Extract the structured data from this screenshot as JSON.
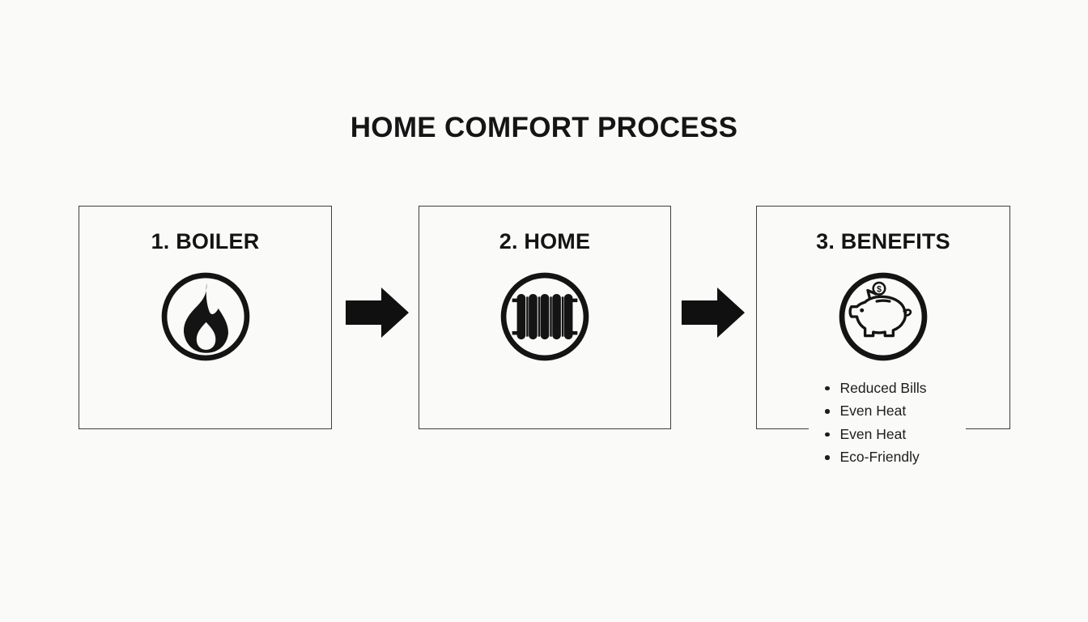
{
  "title": "HOME COMFORT PROCESS",
  "steps": [
    {
      "heading": "1. BOILER",
      "icon": "flame-icon"
    },
    {
      "heading": "2. HOME",
      "icon": "radiator-icon"
    },
    {
      "heading": "3. BENEFITS",
      "icon": "piggy-bank-icon",
      "bullets": [
        "Reduced Bills",
        "Even Heat",
        "Even Heat",
        "Eco-Friendly"
      ]
    }
  ],
  "icons": {
    "coin_symbol": "$"
  },
  "colors": {
    "background": "#fafaf8",
    "ink": "#161616",
    "border": "#3e3e3e",
    "arrow": "#101010"
  }
}
